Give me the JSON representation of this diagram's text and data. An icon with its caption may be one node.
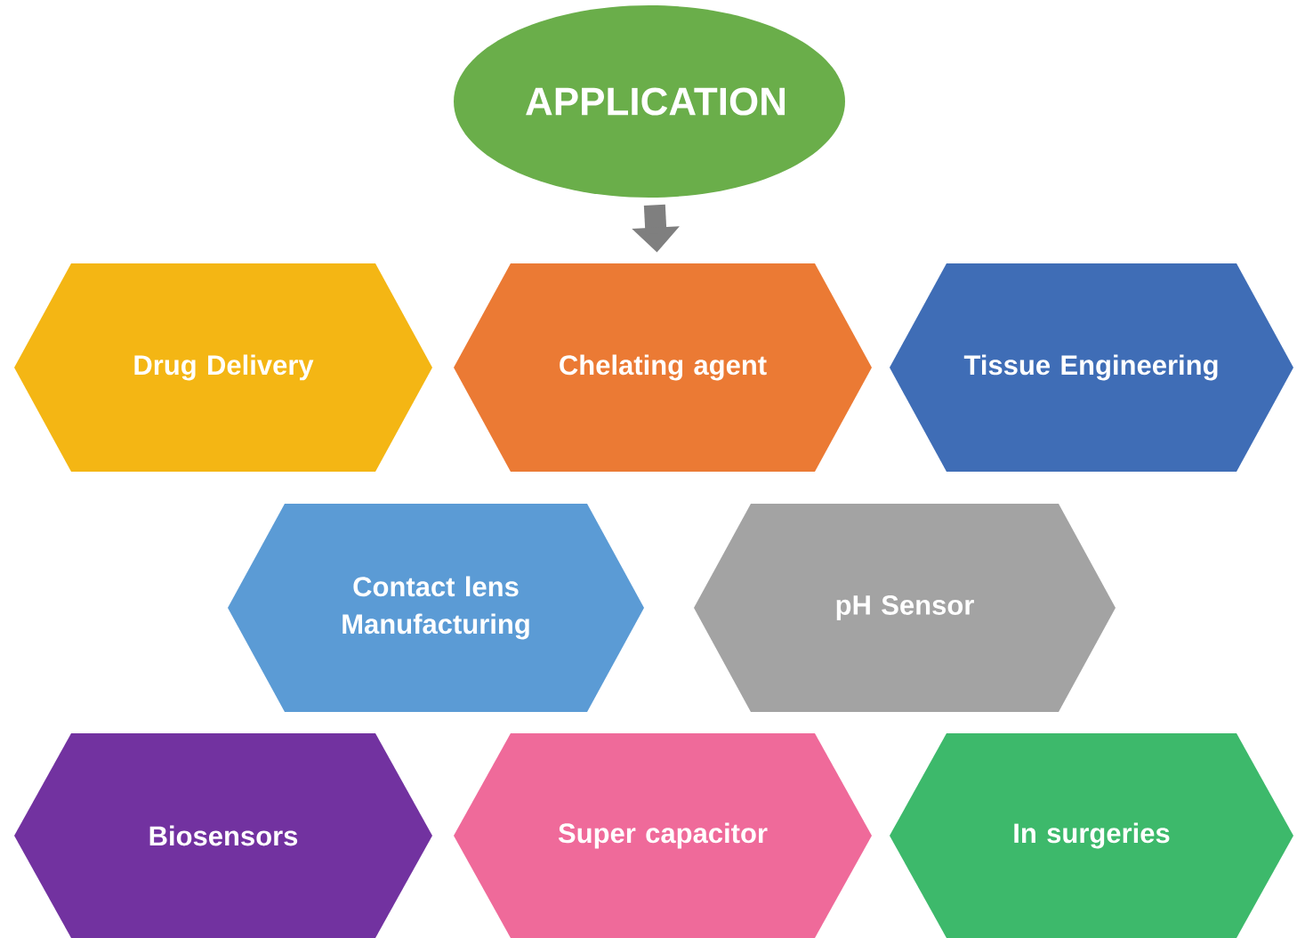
{
  "diagram": {
    "nodes": [
      {
        "text": [
          "APPLICATION"
        ]
      },
      {
        "text": [
          "Drug Delivery"
        ]
      },
      {
        "text": [
          "Chelating agent"
        ]
      },
      {
        "text": [
          "Tissue Engineering"
        ]
      },
      {
        "text": [
          "Contact lens Manufacturing"
        ]
      },
      {
        "text": [
          "pH Sensor"
        ]
      },
      {
        "text": [
          "Biosensors"
        ]
      },
      {
        "text": [
          "Super capacitor"
        ]
      },
      {
        "text": [
          "In surgeries"
        ]
      }
    ],
    "edges": [
      {
        "from": 0,
        "to": 2,
        "arrow": "to"
      }
    ]
  }
}
